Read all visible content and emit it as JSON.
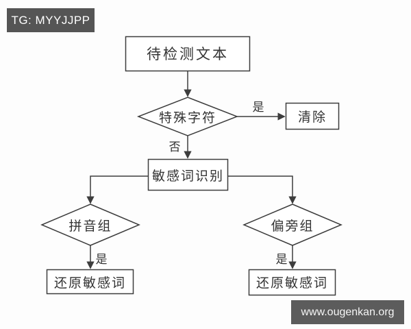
{
  "badge": {
    "text": "TG: MYYJJPP"
  },
  "watermark": {
    "text": "www.ougenkan.org"
  },
  "colors": {
    "badge_bg": "#555555",
    "watermark_bg": "#5c5c5c",
    "line": "#3d3d3d",
    "node_fill": "#ffffff",
    "background": "#fdfdfd"
  },
  "flowchart": {
    "nodes": [
      {
        "id": "input-text",
        "type": "rect",
        "label": "待检测文本"
      },
      {
        "id": "special-chars",
        "type": "diamond",
        "label": "特殊字符"
      },
      {
        "id": "clear",
        "type": "rect",
        "label": "清除"
      },
      {
        "id": "sensitive-word-recognition",
        "type": "rect",
        "label": "敏感词识别"
      },
      {
        "id": "pinyin-group",
        "type": "diamond",
        "label": "拼音组"
      },
      {
        "id": "radical-group",
        "type": "diamond",
        "label": "偏旁组"
      },
      {
        "id": "restore-sensitive-word-left",
        "type": "rect",
        "label": "还原敏感词"
      },
      {
        "id": "restore-sensitive-word-right",
        "type": "rect",
        "label": "还原敏感词"
      }
    ],
    "edge_labels": {
      "special_yes": "是",
      "special_no": "否",
      "pinyin_yes": "是",
      "radical_yes": "是"
    }
  }
}
